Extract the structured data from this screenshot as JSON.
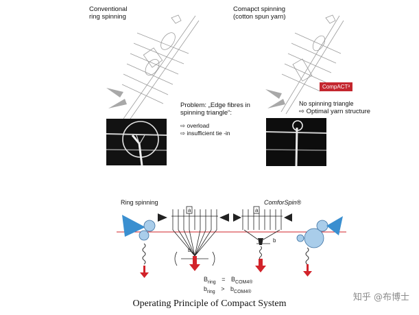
{
  "top_left": {
    "title": [
      "Conventional",
      "ring spinning"
    ]
  },
  "top_right": {
    "title": [
      "Comapct spinning",
      "(cotton spun yarn)"
    ],
    "badge": "CompACT³",
    "notes": [
      "No spinning triangle",
      "⇨  Optimal yarn structure"
    ]
  },
  "problem": {
    "lines": [
      "Problem: „Edge fibres in",
      "spinning triangle“:"
    ],
    "bullets": [
      "⇨  overload",
      "⇨  insufficient tie -in"
    ]
  },
  "bottom_diagram": {
    "left_label": "Ring spinning",
    "right_label": "ComforSpin®",
    "a_label": "a",
    "b_label": "b",
    "eq1": {
      "lhs": "B",
      "lhs_sub": "ring",
      "op": "=",
      "rhs": "B",
      "rhs_sub": "COM4®"
    },
    "eq2": {
      "lhs": "b",
      "lhs_sub": "ring",
      "op": ">",
      "rhs": "b",
      "rhs_sub": "COM4®"
    }
  },
  "caption": "Operating Principle of Compact System",
  "watermark": "知乎 @布博士",
  "colors": {
    "red": "#d2232a",
    "blue": "#3a8fd0",
    "light_blue": "#a9cdea"
  }
}
